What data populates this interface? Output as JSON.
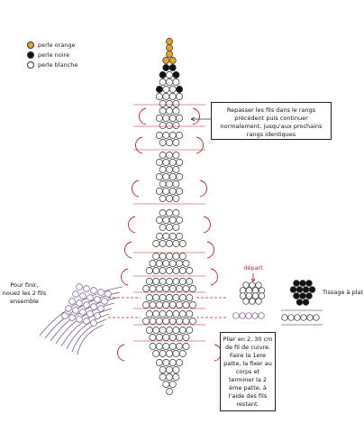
{
  "legend": [
    {
      "label": "perle orange",
      "color": "#e8a02a"
    },
    {
      "label": "perle noire",
      "color": "#111111"
    },
    {
      "label": "perle blanche",
      "color": "#ffffff"
    }
  ],
  "notes": {
    "repasser": "Repasser les fils dans le rangs précédent puis continuer normalement, jusqu'aux prochains rangs identiques",
    "finir": "Pour finir, nouez les 2 fils ensemble",
    "depart": "départ",
    "tissage": "Tissage à plat",
    "plier": "Plier en 2, 30 cm de fil de cuivre. Faire la 1ere patte, la fixer au corps et terminer la 2 ème patte, à l'aide des fils restant."
  },
  "colors": {
    "orange": "#e8a02a",
    "black": "#111111",
    "white": "#ffffff",
    "thread_red": "#c0272d",
    "thread_purple": "#7a5c8e",
    "outline": "#333333"
  }
}
